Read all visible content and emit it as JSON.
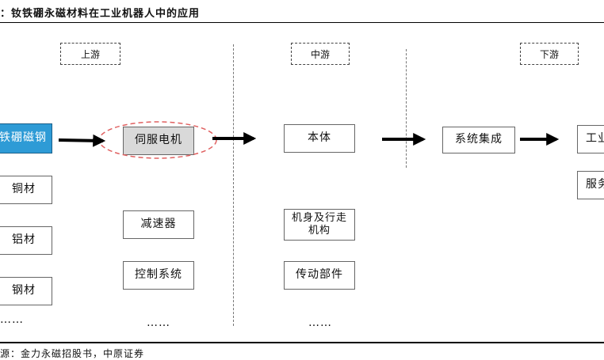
{
  "title": "：钕铁硼永磁材料在工业机器人中的应用",
  "source": "源：金力永磁招股书，中原证券",
  "stages": {
    "upstream": "上游",
    "midstream": "中游",
    "downstream": "下游"
  },
  "upstream": {
    "materials": [
      "铁硼磁钢",
      "铜材",
      "铝材",
      "钢材"
    ],
    "materials_more": "……",
    "components": [
      "伺服电机",
      "减速器",
      "控制系统"
    ],
    "components_more": "……"
  },
  "midstream": {
    "items": [
      "本体",
      "机身及行走机构",
      "传动部件"
    ],
    "more": "……"
  },
  "downstream": {
    "items": [
      "系统集成",
      "工业",
      "服务"
    ]
  },
  "colors": {
    "highlight": "#2e9bd6",
    "ellipse": "#e06060",
    "gray_box": "#d9d9d9"
  }
}
